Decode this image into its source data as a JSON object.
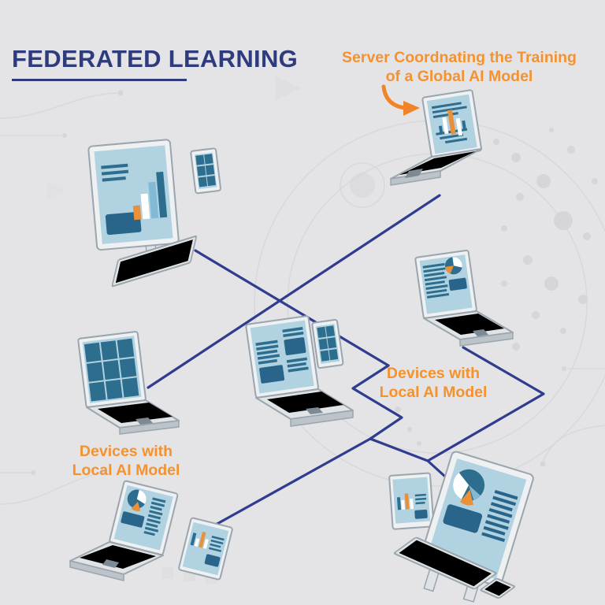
{
  "title": {
    "text": "FEDERATED LEARNING"
  },
  "labels": {
    "server": {
      "line1": "Server Coordnating the Training",
      "line2": "of a Global AI Model"
    },
    "right_devices": {
      "line1": "Devices with",
      "line2": "Local AI Model"
    },
    "left_devices": {
      "line1": "Devices with",
      "line2": "Local AI Model"
    }
  },
  "colors": {
    "background": "#e4e4e6",
    "title_navy": "#2e3b7d",
    "connection_line_navy": "#2f3c8f",
    "accent_orange": "#f6922d",
    "device_screen_blue": "#b0d2e1",
    "screen_content_dark_blue": "#2d6d8d",
    "chart_orange": "#e8913a"
  },
  "illustrations": [
    "top-left-desktop-with-tablet-and-keyboard",
    "server-laptop",
    "right-middle-laptop",
    "left-middle-laptop",
    "center-laptop-with-tablet",
    "bottom-left-laptop-with-tablet",
    "bottom-right-monitor-with-tablet-and-keyboard"
  ]
}
